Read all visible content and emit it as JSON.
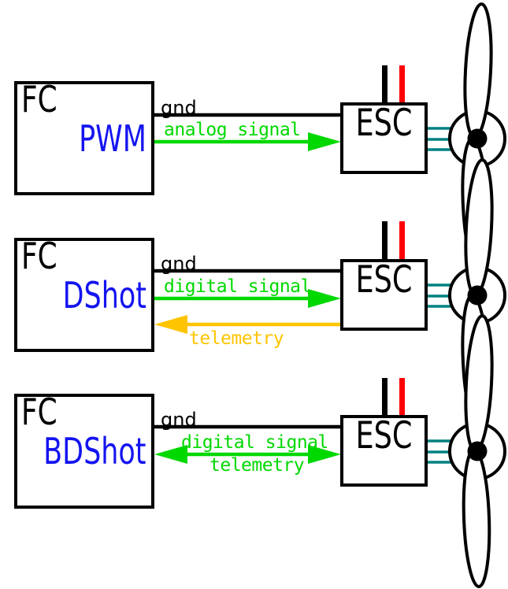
{
  "colors": {
    "signal_green": "#00d800",
    "telemetry_yellow": "#ffc400",
    "protocol_blue": "#1414f0",
    "motor_wire_teal": "#008080",
    "power_red": "#ff0000",
    "ink": "#000000",
    "bg": "#ffffff"
  },
  "rows": [
    {
      "fc_label": "FC",
      "protocol": "PWM",
      "esc_label": "ESC",
      "gnd_label": "gnd",
      "signal_label": "analog signal",
      "signal_direction": "fc-to-esc",
      "telemetry_label": ""
    },
    {
      "fc_label": "FC",
      "protocol": "DShot",
      "esc_label": "ESC",
      "gnd_label": "gnd",
      "signal_label": "digital signal",
      "signal_direction": "fc-to-esc",
      "telemetry_label": "telemetry",
      "telemetry_direction": "esc-to-fc"
    },
    {
      "fc_label": "FC",
      "protocol": "BDShot",
      "esc_label": "ESC",
      "gnd_label": "gnd",
      "signal_label": "digital signal",
      "telemetry_label": "telemetry",
      "signal_direction": "bidirectional"
    }
  ]
}
